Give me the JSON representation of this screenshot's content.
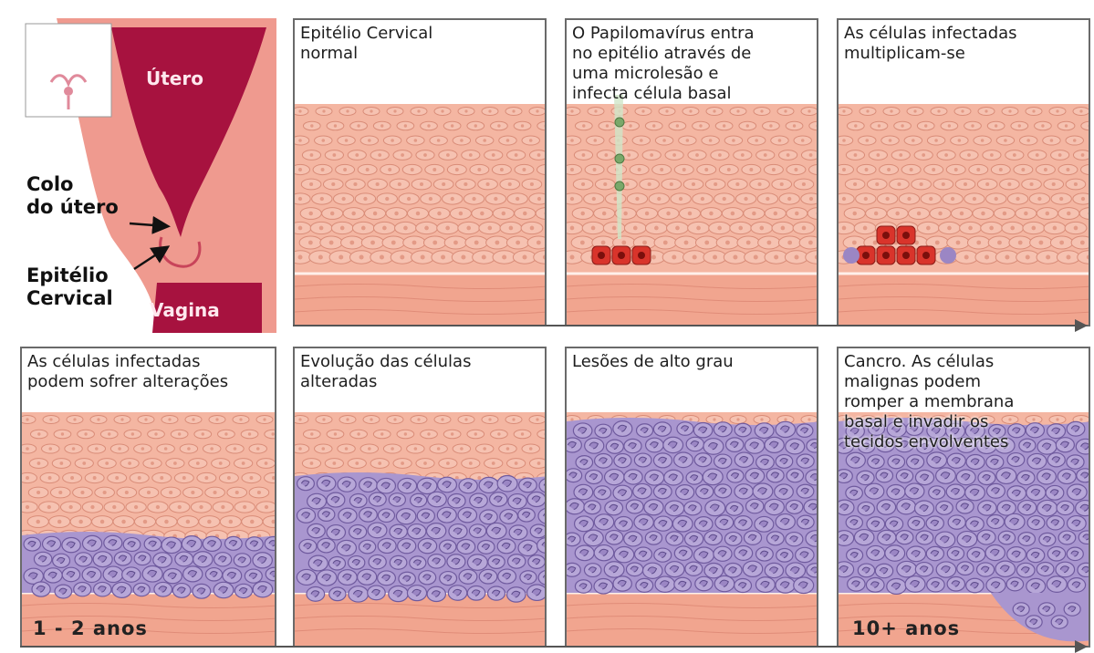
{
  "anatomy": {
    "uterus_label": "Útero",
    "cervix_label": "Colo\ndo útero",
    "epithelium_label": "Epitélio\nCervical",
    "vagina_label": "Vagina"
  },
  "panels": [
    {
      "title": "Epitélio Cervical\nnormal",
      "stage": "normal"
    },
    {
      "title": "O Papilomavírus entra\nno epitélio através de\numa microlesão e\ninfecta célula basal",
      "stage": "infect"
    },
    {
      "title": "As células infectadas\nmultiplicam-se",
      "stage": "multiply"
    },
    {
      "title": "As células infectadas\npodem sofrer alterações",
      "stage": "alter"
    },
    {
      "title": "Evolução das células\nalteradas",
      "stage": "evolve"
    },
    {
      "title": "Lesões de alto grau",
      "stage": "highgrade"
    },
    {
      "title": "Cancro. As células\nmalignas podem\nromper a membrana\nbasal e invadir os\ntecidos envolventes",
      "stage": "cancer"
    }
  ],
  "timeline": {
    "start_label": "1 - 2 anos",
    "end_label": "10+ anos"
  },
  "colors": {
    "epithelium": "#f4b6a2",
    "cell_outline": "#d98c78",
    "stroma": "#f1a58f",
    "infected": "#d9342b",
    "altered": "#9b86c4",
    "uterus": "#a7123f",
    "tissue_wall": "#ef9a8f"
  }
}
